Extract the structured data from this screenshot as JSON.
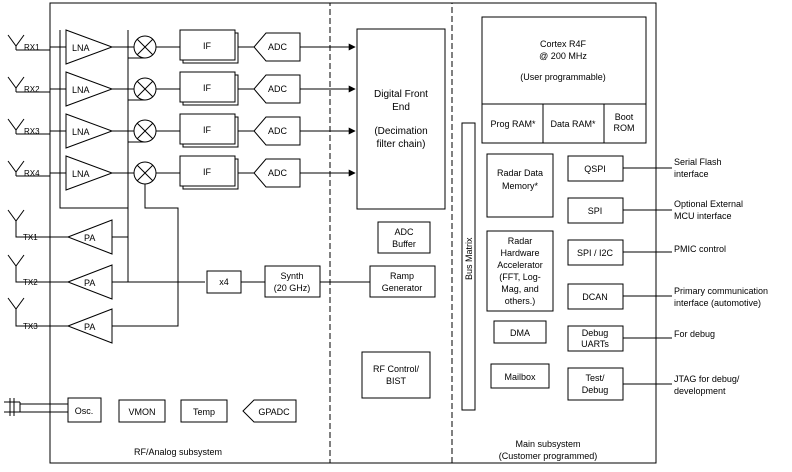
{
  "rf_section": {
    "rx_labels": [
      "RX1",
      "RX2",
      "RX3",
      "RX4"
    ],
    "tx_labels": [
      "TX1",
      "TX2",
      "TX3"
    ],
    "lna_label": "LNA",
    "if_label": "IF",
    "adc_label": "ADC",
    "pa_label": "PA",
    "multiplier_label": "x4",
    "synth_label_1": "Synth",
    "synth_label_2": "(20 GHz)",
    "osc_label": "Osc.",
    "vmon_label": "VMON",
    "temp_label": "Temp",
    "gpadc_label": "GPADC",
    "subsystem_label": "RF/Analog subsystem"
  },
  "dfe": {
    "line1": "Digital Front",
    "line2": "End",
    "line3": "(Decimation",
    "line4": "filter chain)"
  },
  "adc_buffer": {
    "line1": "ADC",
    "line2": "Buffer"
  },
  "ramp_generator": {
    "line1": "Ramp",
    "line2": "Generator"
  },
  "rf_control": {
    "line1": "RF Control/",
    "line2": "BIST"
  },
  "main_section": {
    "cortex": {
      "line1": "Cortex R4F",
      "line2": "@ 200 MHz",
      "line3": "(User programmable)"
    },
    "prog_ram": "Prog RAM*",
    "data_ram": "Data RAM*",
    "boot_rom_1": "Boot",
    "boot_rom_2": "ROM",
    "bus_matrix": "Bus Matrix",
    "radar_data_memory": {
      "line1": "Radar Data",
      "line2": "Memory*"
    },
    "hwa": {
      "line1": "Radar",
      "line2": "Hardware",
      "line3": "Accelerator",
      "line4": "(FFT, Log-",
      "line5": "Mag, and",
      "line6": "others.)"
    },
    "dma": "DMA",
    "mailbox": "Mailbox",
    "qspi": "QSPI",
    "spi": "SPI",
    "spi_i2c": "SPI / I2C",
    "dcan": "DCAN",
    "debug_uarts_1": "Debug",
    "debug_uarts_2": "UARTs",
    "test_debug_1": "Test/",
    "test_debug_2": "Debug",
    "subsystem_label_1": "Main subsystem",
    "subsystem_label_2": "(Customer programmed)"
  },
  "external": {
    "qspi_1": "Serial Flash",
    "qspi_2": "interface",
    "spi_1": "Optional External",
    "spi_2": "MCU interface",
    "pmic": "PMIC control",
    "dcan_1": "Primary communication",
    "dcan_2": "interface (automotive)",
    "debug": "For debug",
    "jtag_1": "JTAG for debug/",
    "jtag_2": "development"
  }
}
